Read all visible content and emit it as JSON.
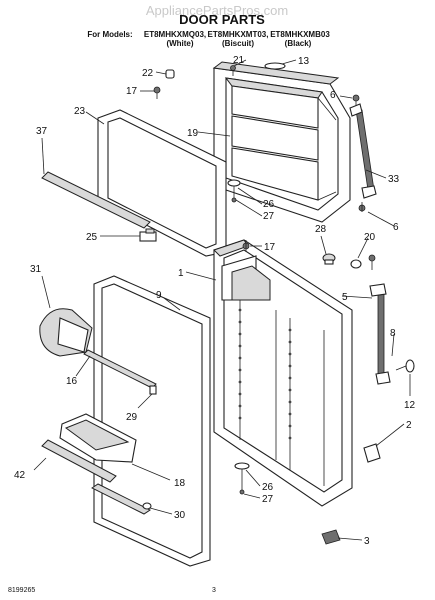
{
  "watermark": "AppliancePartsPros.com",
  "title": "DOOR PARTS",
  "models_prefix": "For Models:",
  "models": [
    {
      "model": "ET8MHKXMQ03,",
      "color": "(White)"
    },
    {
      "model": "ET8MHKXMT03,",
      "color": "(Biscuit)"
    },
    {
      "model": "ET8MHKXMB03",
      "color": "(Black)"
    }
  ],
  "callouts": [
    "21",
    "13",
    "22",
    "17",
    "6",
    "23",
    "37",
    "19",
    "33",
    "26",
    "27",
    "25",
    "6",
    "28",
    "20",
    "17",
    "31",
    "1",
    "9",
    "5",
    "8",
    "16",
    "29",
    "2",
    "12",
    "42",
    "18",
    "26",
    "27",
    "30",
    "3"
  ],
  "footer": {
    "doc_number": "8199265",
    "page_number": "3"
  }
}
